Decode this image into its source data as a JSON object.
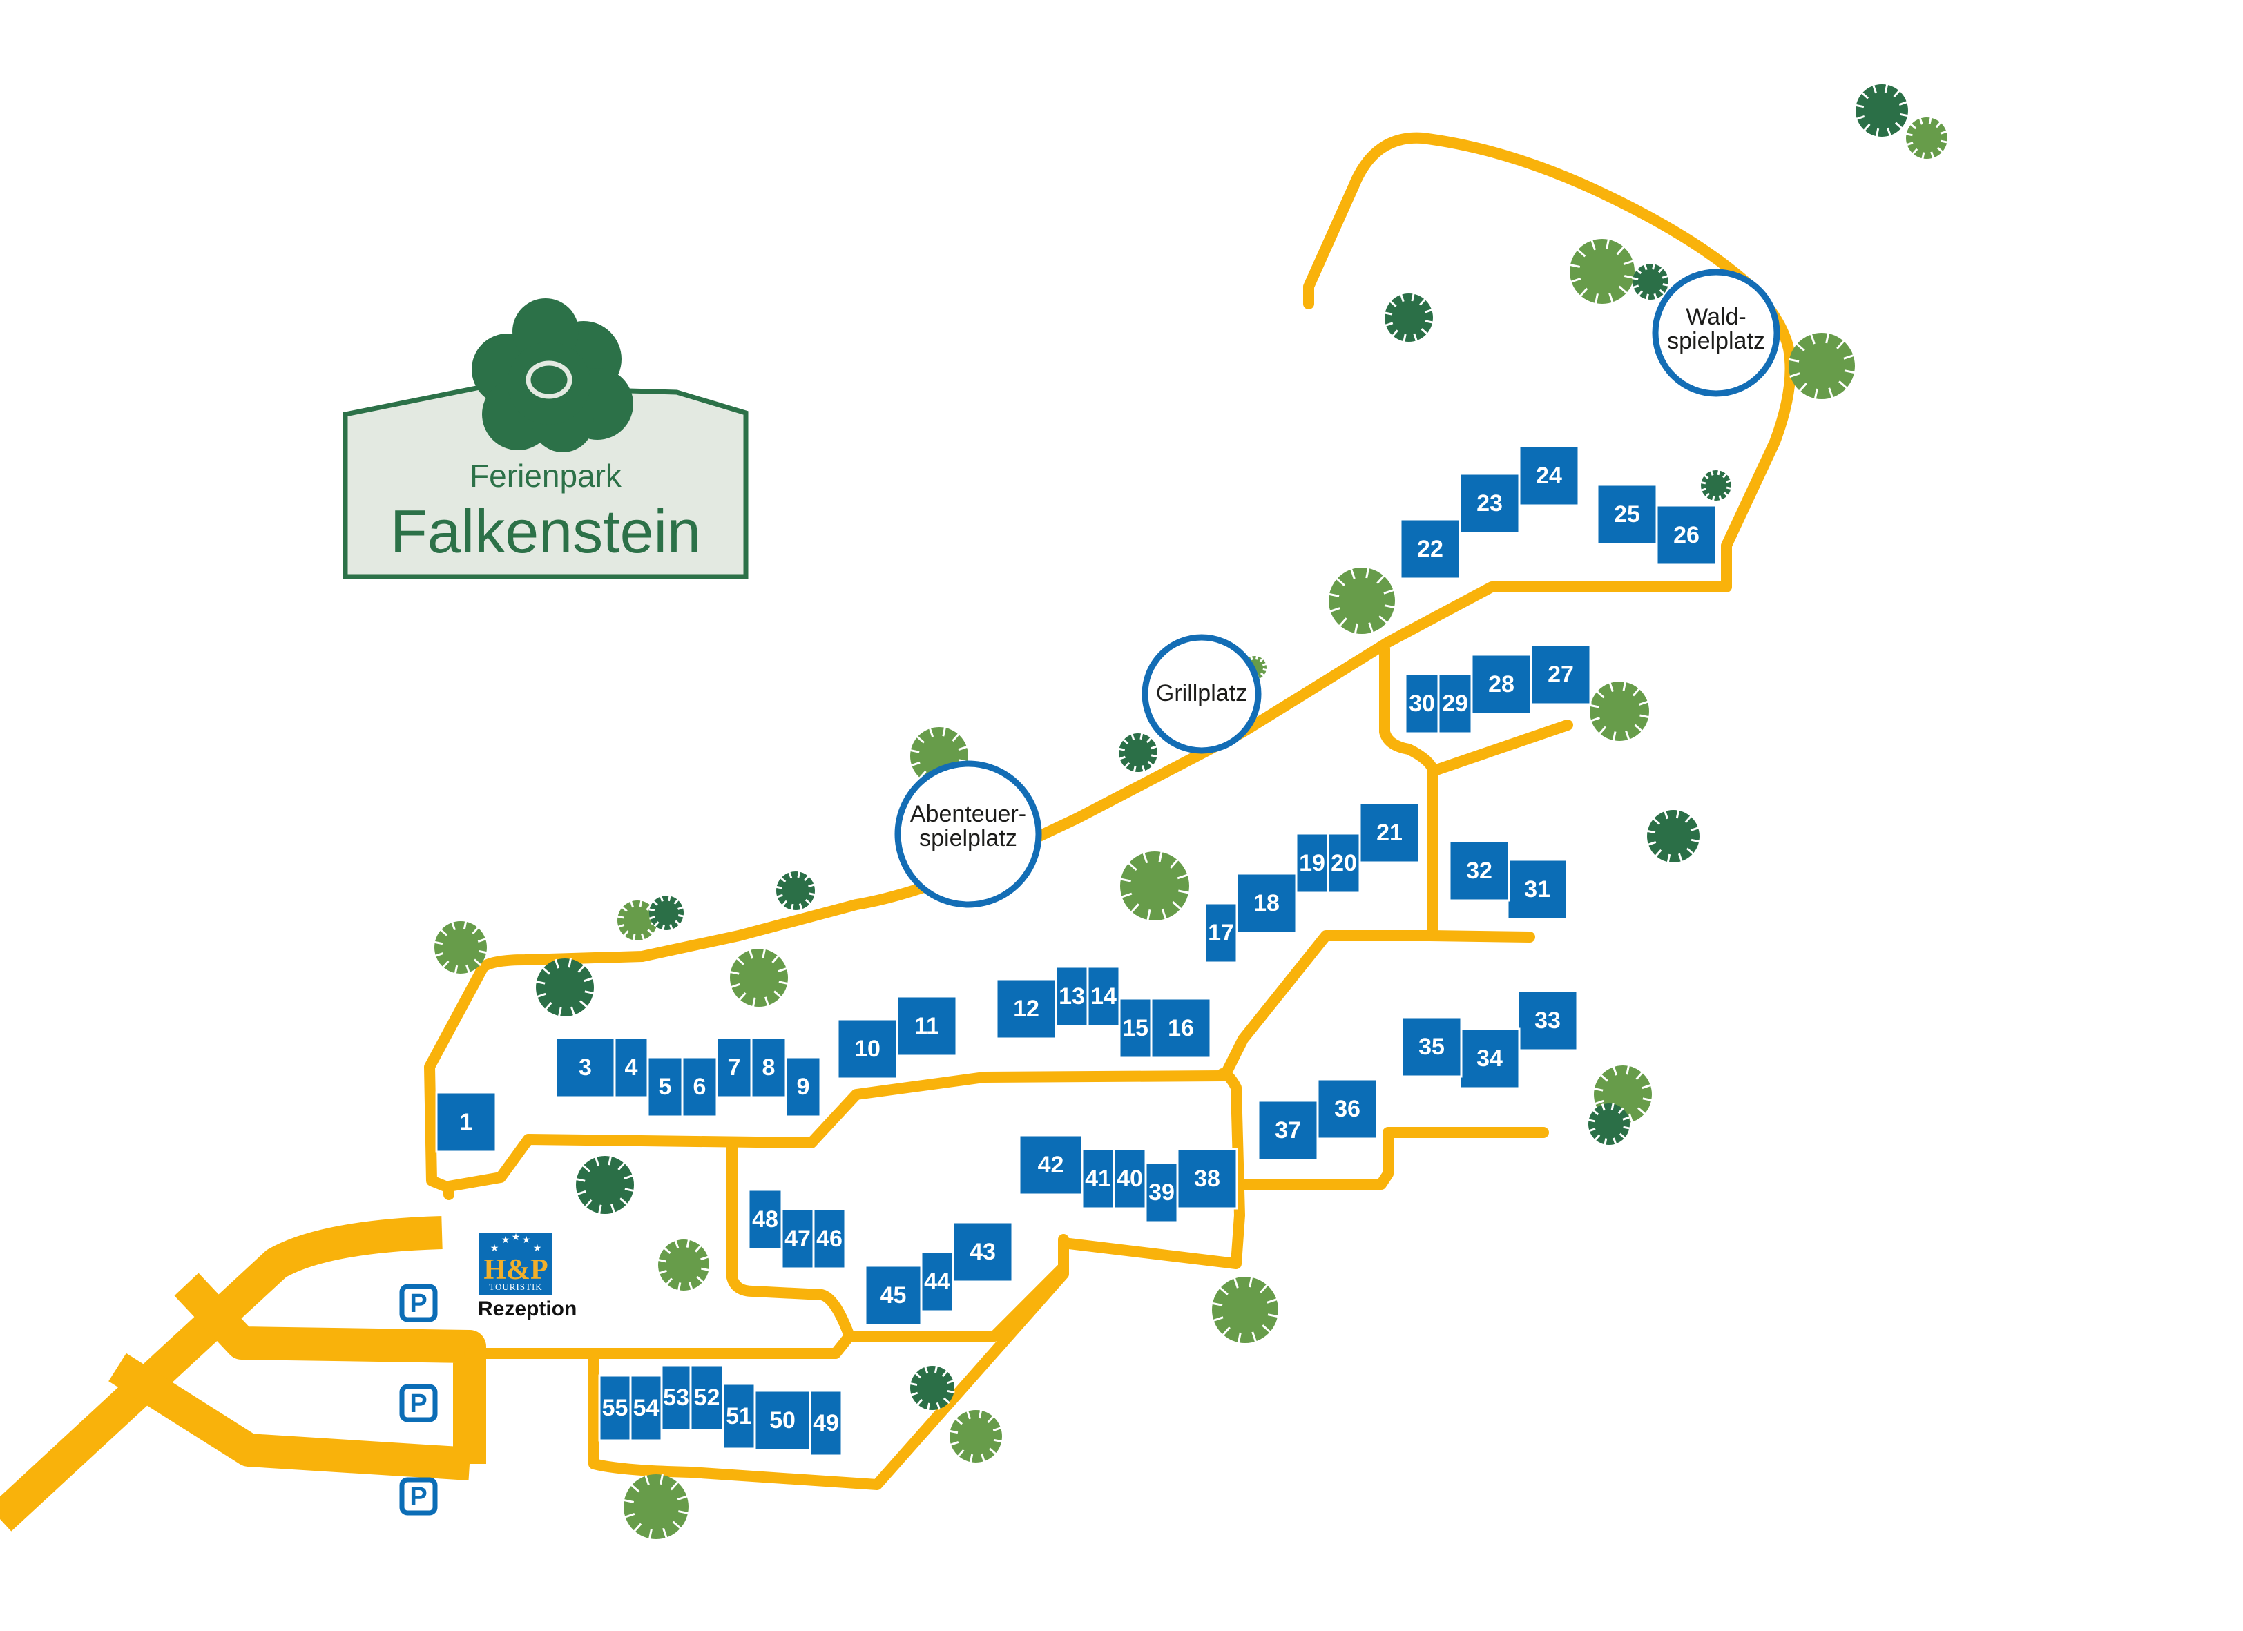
{
  "logo": {
    "subtitle": "Ferienpark",
    "title": "Falkenstein",
    "icon": "flower-icon",
    "colors": {
      "green": "#2c7148",
      "background": "#e3e9e1"
    }
  },
  "reception": {
    "brand_main": "H&P",
    "brand_sub": "TOURISTIK",
    "label": "Rezeption",
    "icon": "star-icon"
  },
  "parking": [
    {
      "label": "P"
    },
    {
      "label": "P"
    },
    {
      "label": "P"
    }
  ],
  "points_of_interest": [
    {
      "line1": "Abenteuer-",
      "line2": "spielplatz"
    },
    {
      "line1": "Grillplatz",
      "line2": ""
    },
    {
      "line1": "Wald-",
      "line2": "spielplatz"
    }
  ],
  "houses": [
    "1",
    "3",
    "4",
    "5",
    "6",
    "7",
    "8",
    "9",
    "10",
    "11",
    "12",
    "13",
    "14",
    "15",
    "16",
    "17",
    "18",
    "19",
    "20",
    "21",
    "22",
    "23",
    "24",
    "25",
    "26",
    "27",
    "28",
    "29",
    "30",
    "31",
    "32",
    "33",
    "34",
    "35",
    "36",
    "37",
    "38",
    "39",
    "40",
    "41",
    "42",
    "43",
    "44",
    "45",
    "46",
    "47",
    "48",
    "49",
    "50",
    "51",
    "52",
    "53",
    "54",
    "55"
  ],
  "colors": {
    "road": "#f9b20b",
    "house": "#0b6db6",
    "poi_ring": "#136db5",
    "tree_dark": "#2b6f47",
    "tree_light": "#679c4a"
  }
}
